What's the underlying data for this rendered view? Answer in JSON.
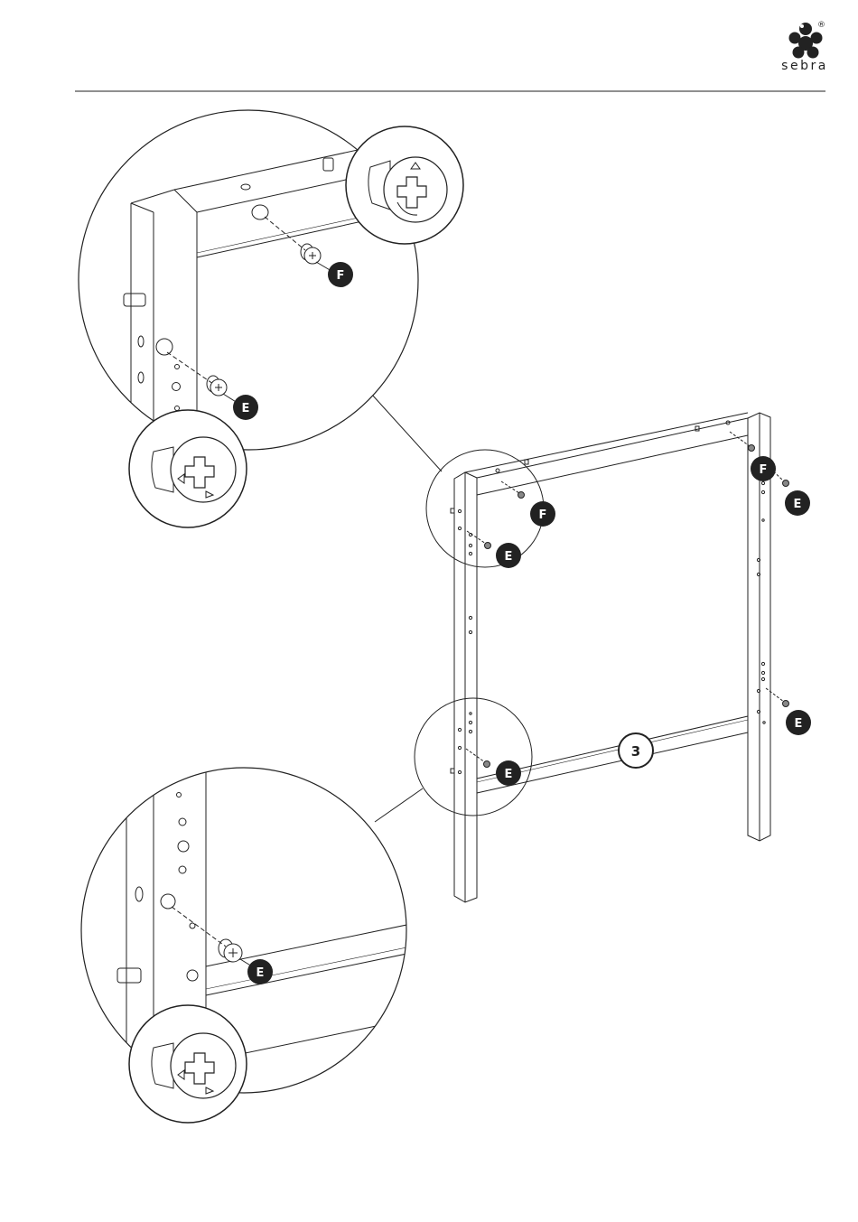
{
  "brand": {
    "name": "sebra",
    "registered_mark": "®"
  },
  "step": {
    "number": "3"
  },
  "parts": {
    "cam_lock": "E",
    "cam_bolt": "F"
  }
}
